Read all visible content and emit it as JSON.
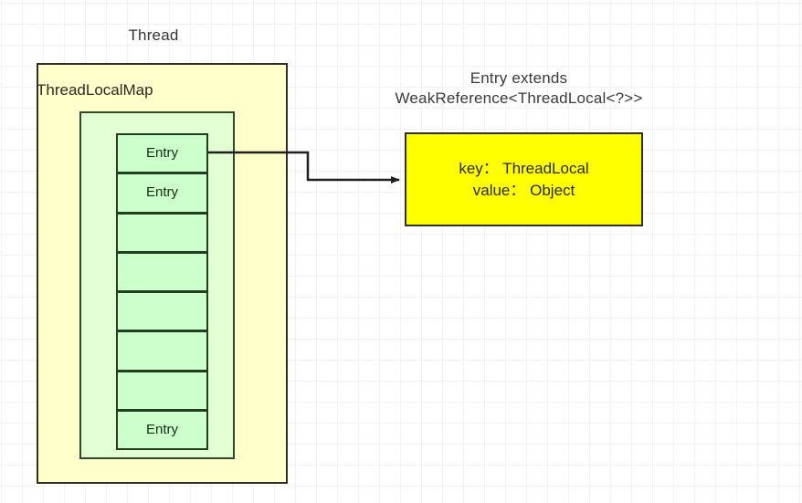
{
  "diagram": {
    "title_label": "Thread",
    "map_title": "ThreadLocalMap",
    "entry_class_label": "Entry extends\nWeakReference<ThreadLocal<?>>",
    "entry_class_line1": "Entry extends",
    "entry_class_line2": "WeakReference<ThreadLocal<?>>",
    "entry_cells": [
      {
        "label": "Entry"
      },
      {
        "label": "Entry"
      },
      {
        "label": ""
      },
      {
        "label": ""
      },
      {
        "label": ""
      },
      {
        "label": ""
      },
      {
        "label": ""
      },
      {
        "label": "Entry"
      }
    ],
    "detail_box": {
      "key_line": "key： ThreadLocal",
      "value_line": "value： Object"
    },
    "colors": {
      "thread_box_fill": "#ffffcc",
      "map_box_fill": "#e3ffd4",
      "entry_cell_fill": "#ccffcc",
      "detail_box_fill": "#ffff00",
      "border_dark": "#2f2f26",
      "border_green": "#1f3d1f",
      "grid_minor": "#f2f2f2",
      "grid_major": "#e6e6e6",
      "text": "#333333"
    },
    "connector": {
      "name": "entry-to-detail-arrow",
      "from": "entry-cell-0",
      "to": "detail-box"
    }
  }
}
